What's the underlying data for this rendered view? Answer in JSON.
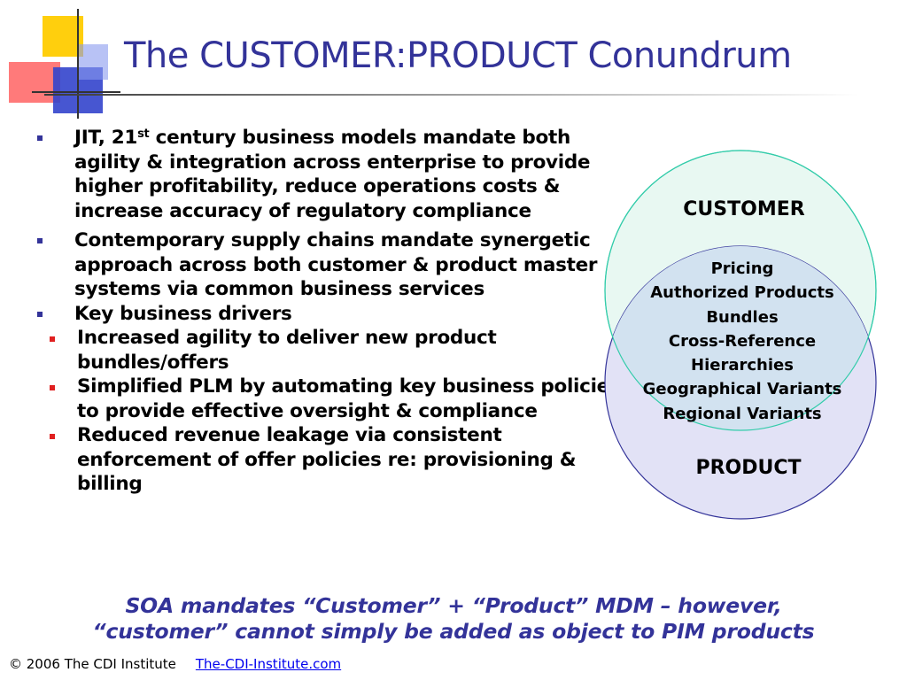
{
  "slide": {
    "title": "The CUSTOMER:PRODUCT Conundrum",
    "bullets": [
      {
        "before_sup": "JIT, 21",
        "sup": "st",
        "after_sup": " century business models mandate both agility & integration across enterprise to provide higher profitability, reduce operations costs & increase accuracy of regulatory compliance"
      },
      {
        "text": "Contemporary supply chains mandate synergetic approach across both customer & product master systems via common business services"
      },
      {
        "text": "Key business drivers",
        "subitems": [
          "Increased agility to deliver new product bundles/offers",
          "Simplified PLM by automating key business policies to provide effective oversight & compliance",
          "Reduced revenue leakage via consistent enforcement of offer policies re: provisioning & billing"
        ]
      }
    ],
    "venn": {
      "top_label": "CUSTOMER",
      "bottom_label": "PRODUCT",
      "overlap_items": [
        "Pricing",
        "Authorized Products",
        "Bundles",
        "Cross-Reference",
        "Hierarchies",
        "Geographical Variants",
        "Regional Variants"
      ],
      "colors": {
        "customer_fill": "#e8f8f2",
        "customer_stroke": "#33ccaa",
        "product_fill": "#e2e2f6",
        "product_stroke": "#333399",
        "overlap_fill": "#d2e2f0"
      }
    },
    "tagline": [
      "SOA mandates “Customer” + “Product” MDM – however,",
      "“customer” cannot simply be added as object to PIM products"
    ],
    "footer": {
      "copyright": "© 2006 The CDI Institute",
      "link": "The-CDI-Institute.com"
    },
    "colors": {
      "title": "#333399",
      "bullet_square": "#333399",
      "sub_bullet_square": "#e02020",
      "link": "#0000ee"
    }
  }
}
